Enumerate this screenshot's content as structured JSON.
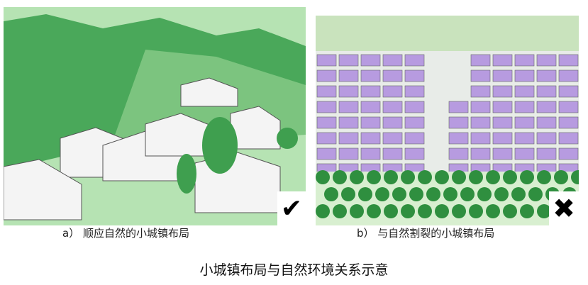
{
  "figure": {
    "title": "小城镇布局与自然环境关系示意",
    "panel_a": {
      "caption": "a） 顺应自然的小城镇布局",
      "mark": "✔"
    },
    "panel_b": {
      "caption": "b） 与自然割裂的小城镇布局",
      "mark": "✖"
    }
  },
  "colors": {
    "green": "#a8d9a6",
    "hill": "#3f9f4f",
    "purple": "#b79be0"
  }
}
